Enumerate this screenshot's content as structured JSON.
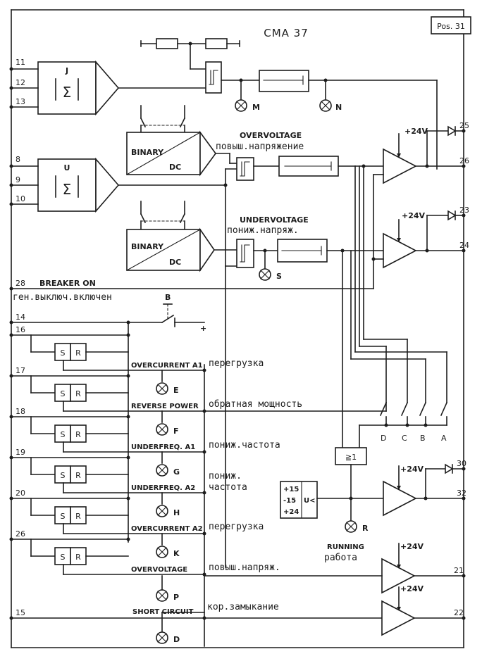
{
  "title": "CMA 37",
  "position_tag": "Pos. 31",
  "summers": [
    {
      "id": "J",
      "symbol": "Σ",
      "inputs": [
        "11",
        "12",
        "13"
      ]
    },
    {
      "id": "U",
      "symbol": "Σ",
      "inputs": [
        "8",
        "9",
        "10"
      ]
    }
  ],
  "converters": [
    {
      "top": "BINARY",
      "bottom": "DC"
    },
    {
      "top": "BINARY",
      "bottom": "DC"
    }
  ],
  "overvoltage": {
    "label_en": "OVERVOLTAGE",
    "label_ru": "повыш.напряжение"
  },
  "undervoltage": {
    "label_en": "UNDERVOLTAGE",
    "label_ru": "пониж.напряж."
  },
  "breaker": {
    "pin": "28",
    "label_en": "BREAKER ON",
    "label_ru": "ген.выключ.включен"
  },
  "supply": "+24V",
  "switch_b": {
    "label": "B",
    "pin": "14",
    "plus": "+"
  },
  "outputs": {
    "ov_diode": "25",
    "ov": "26",
    "uv_diode": "23",
    "uv": "24",
    "run_diode": "30",
    "run": "32",
    "out21": "21",
    "out22": "22"
  },
  "lamps": {
    "M": "M",
    "N": "N",
    "S": "S",
    "E": "E",
    "F": "F",
    "G": "G",
    "H": "H",
    "K": "K",
    "P": "P",
    "D": "D",
    "R": "R"
  },
  "flipflop": {
    "s": "S",
    "r": "R"
  },
  "protections": [
    {
      "pin": "16",
      "label_en": "OVERCURRENT A1",
      "label_ru": "перегрузка"
    },
    {
      "pin": "17",
      "label_en": "REVERSE POWER",
      "label_ru": "обратная мощность"
    },
    {
      "pin": "18",
      "label_en": "UNDERFREQ. A1",
      "label_ru": "пониж.частота"
    },
    {
      "pin": "19",
      "label_en": "UNDERFREQ. A2",
      "label_ru_1": "пониж.",
      "label_ru_2": "частота"
    },
    {
      "pin": "20",
      "label_en": "OVERCURRENT A2",
      "label_ru": "перегрузка"
    },
    {
      "pin": "26",
      "label_en": "OVERVOLTAGE",
      "label_ru": "повыш.напряж."
    }
  ],
  "short_circuit": {
    "pin": "15",
    "label_en": "SHORT CIRCUIT",
    "label_ru": "кор.замыкание"
  },
  "contacts": [
    "D",
    "C",
    "B",
    "A"
  ],
  "or_gate": "≧1",
  "running_block": {
    "line1": "+15",
    "line2": "-15",
    "line3": "+24",
    "inner": "U<"
  },
  "running": {
    "label_en": "RUNNING",
    "label_ru": "работа"
  }
}
